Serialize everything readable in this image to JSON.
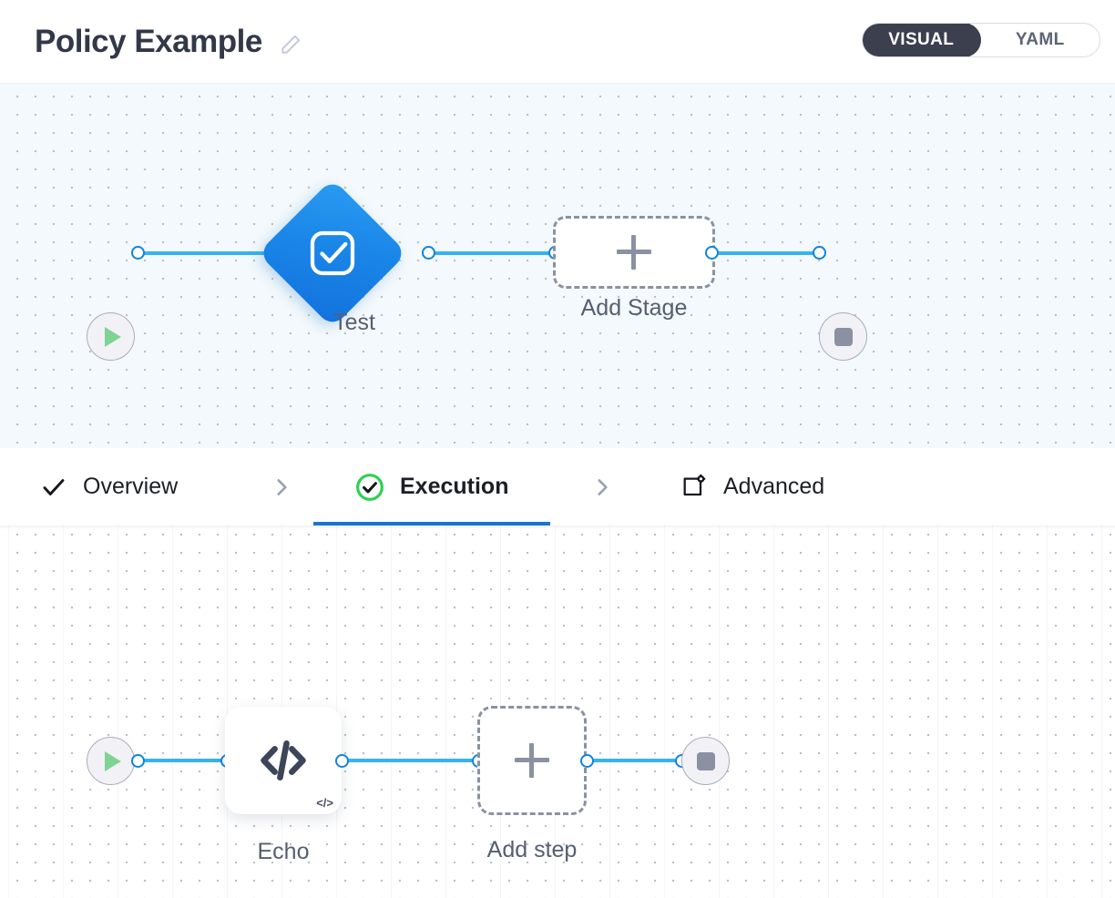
{
  "header": {
    "title": "Policy Example",
    "edit_icon": "pencil-icon",
    "mode_toggle": {
      "options": [
        "VISUAL",
        "YAML"
      ],
      "selected": "VISUAL",
      "visual_label": "VISUAL",
      "yaml_label": "YAML"
    }
  },
  "colors": {
    "accent_blue": "#1876d1",
    "edge_blue": "#34b3f1",
    "stage_blue": "#1a86e8",
    "start_green": "#7fd493",
    "stop_gray": "#8b91a3",
    "dark_pill": "#3b3f4e",
    "canvas_top_bg": "#f3f9fc",
    "canvas_bottom_bg": "#ffffff",
    "label_gray": "#565e70"
  },
  "stage_canvas": {
    "name": "stage-graph",
    "start_node": {
      "name": "start-node",
      "icon": "play-icon"
    },
    "end_node": {
      "name": "end-node",
      "icon": "stop-icon"
    },
    "stage": {
      "label": "Test",
      "icon": "checked-box-icon",
      "shape": "diamond"
    },
    "add_stage": {
      "label": "Add Stage",
      "icon": "plus-icon"
    }
  },
  "tabs": [
    {
      "id": "overview",
      "label": "Overview",
      "icon": "check-icon",
      "active": false
    },
    {
      "id": "execution",
      "label": "Execution",
      "icon": "check-circle-icon",
      "active": true
    },
    {
      "id": "advanced",
      "label": "Advanced",
      "icon": "box-gear-icon",
      "active": false
    }
  ],
  "tab_separator_icon": "chevron-right-icon",
  "step_canvas": {
    "name": "execution-graph",
    "start_node": {
      "name": "start-node",
      "icon": "play-icon"
    },
    "end_node": {
      "name": "end-node",
      "icon": "stop-icon"
    },
    "step": {
      "label": "Echo",
      "icon": "code-icon",
      "badge": "</>"
    },
    "add_step": {
      "label": "Add step",
      "icon": "plus-icon"
    }
  }
}
